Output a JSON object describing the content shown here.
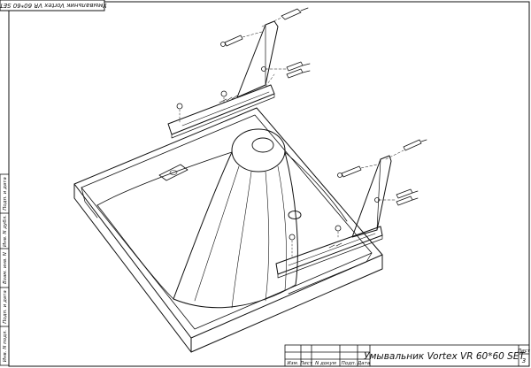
{
  "title_block": {
    "title": "Умывальник Vortex VR 60*60 SET",
    "sheet_label": "Лист",
    "sheet_number": "3",
    "columns": [
      "Изм.",
      "Лист",
      "N докум",
      "Подп.",
      "Дата"
    ]
  },
  "corner_stamp": {
    "text": "Умывальник Vortex VR 60*60 SET"
  },
  "side_strip": {
    "labels": [
      "Подп. и дата",
      "Инв. N дубл.",
      "Взам. инв. N",
      "Подп. и дата",
      "Инв. N подл."
    ]
  },
  "colors": {
    "line": "#111111",
    "background": "#ffffff"
  }
}
